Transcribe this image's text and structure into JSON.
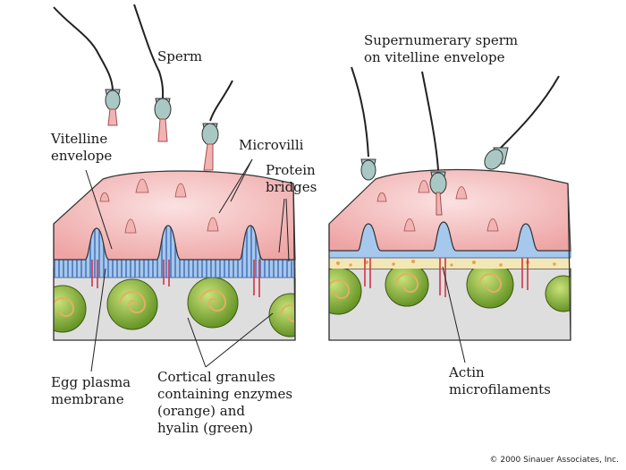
{
  "labels": {
    "sperm": "Sperm",
    "vitelline_envelope": [
      "Vitelline",
      "envelope"
    ],
    "microvilli": "Microvilli",
    "protein_bridges": [
      "Protein",
      "bridges"
    ],
    "supernumerary_sperm": [
      "Supernumerary sperm",
      "on vitelline envelope"
    ],
    "egg_plasma_membrane": [
      "Egg plasma",
      "membrane"
    ],
    "cortical_granules": [
      "Cortical granules",
      "containing enzymes",
      "(orange) and",
      "hyalin (green)"
    ],
    "actin_microfilaments": [
      "Actin",
      "microfilaments"
    ]
  },
  "copyright": "© 2000 Sinauer Associates, Inc.",
  "colors": {
    "cytoplasm": "#dcdcdc",
    "envelope_pink": "#f2b3b3",
    "membrane_blue": "#a6c8ec",
    "granule_green": "#7fae2f",
    "granule_orange": "#e7a24a",
    "sperm_head": "#a9c8c4",
    "tail_red": "#c95b5b",
    "actin": "#d0344a"
  }
}
